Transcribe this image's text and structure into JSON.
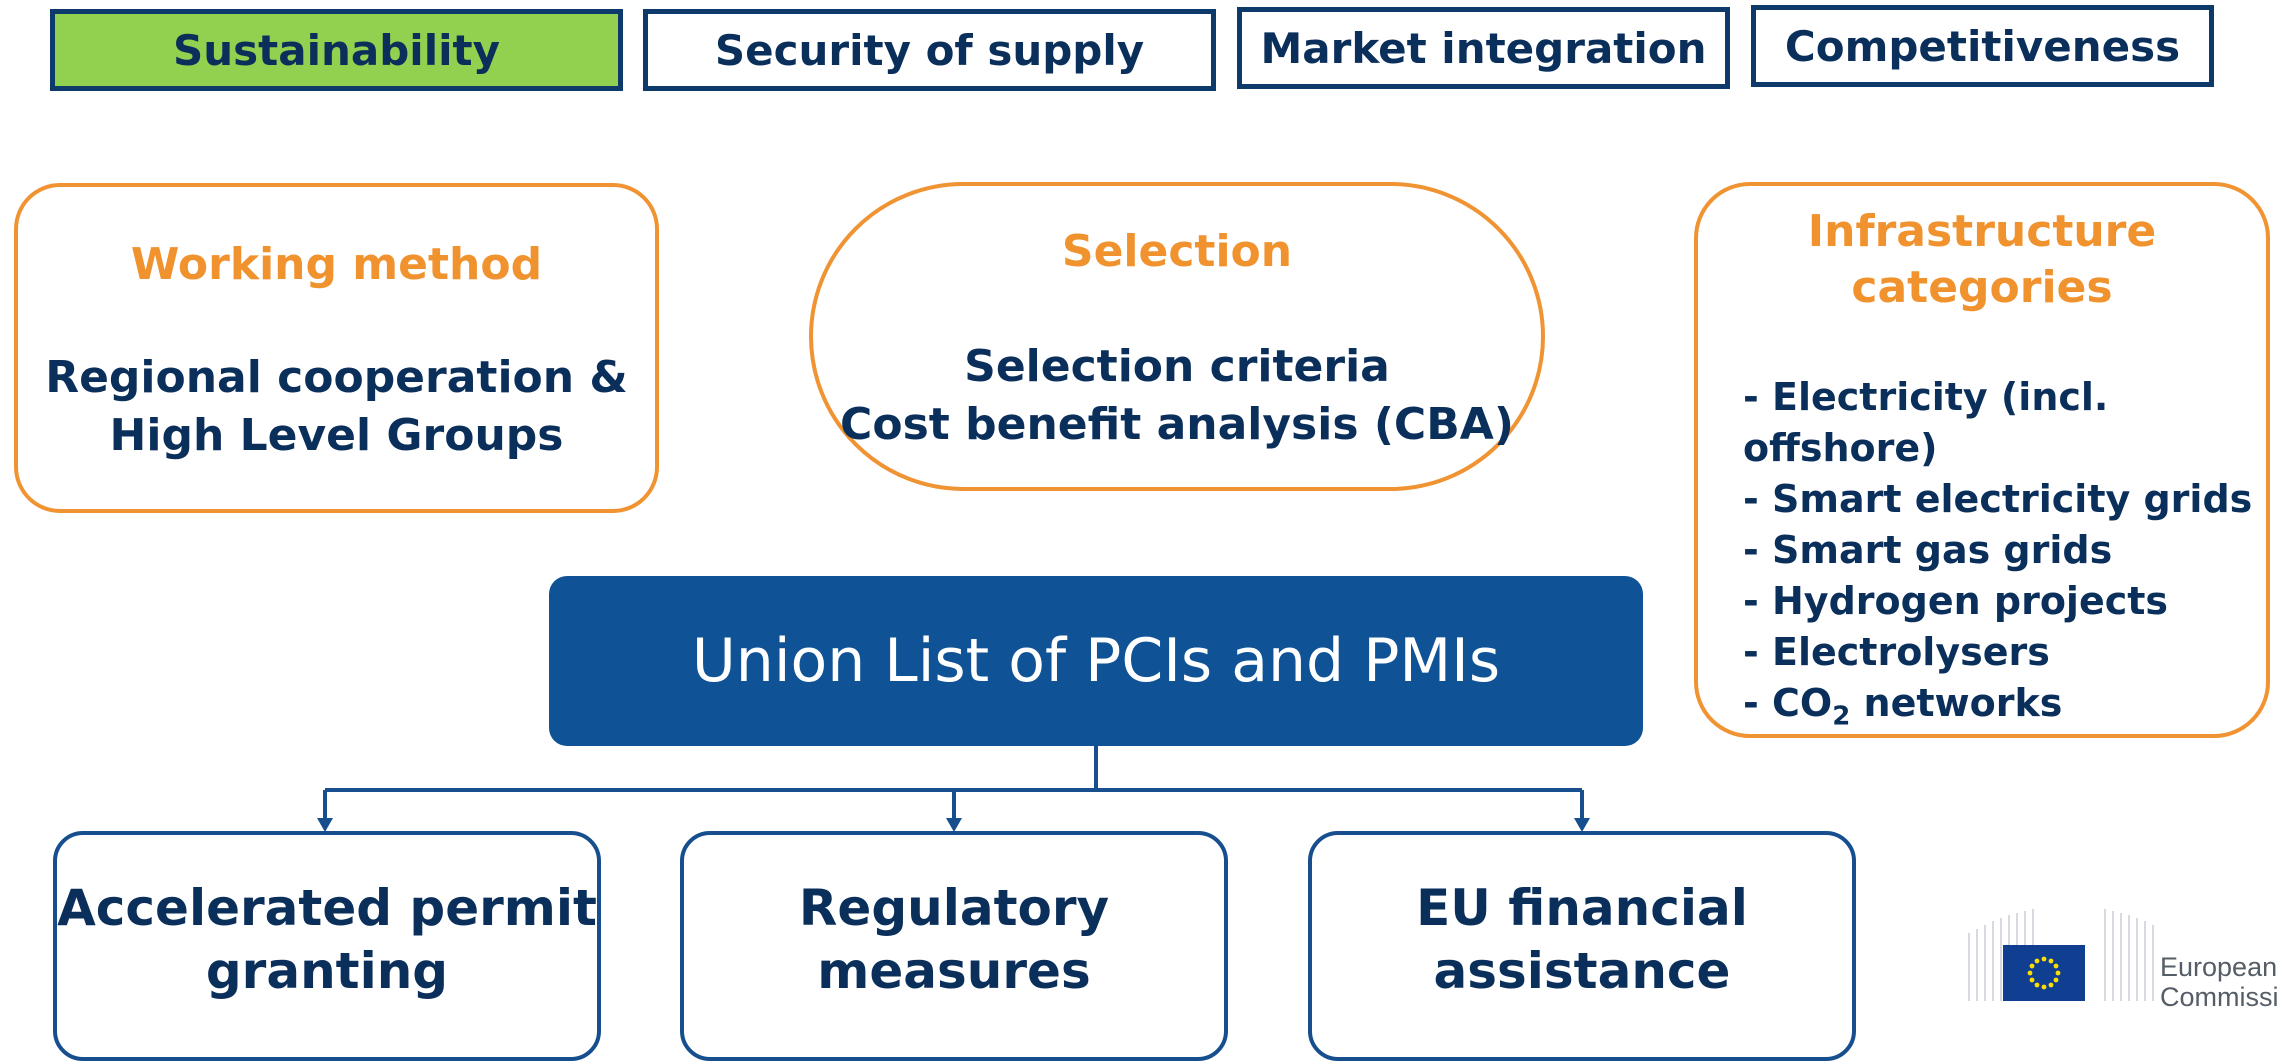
{
  "objective_tags": [
    "Sustainability",
    "Security of supply",
    "Market integration",
    "Competitiveness"
  ],
  "working_method": {
    "title": "Working method",
    "body_line1": "Regional cooperation &",
    "body_line2": "High Level Groups"
  },
  "selection": {
    "title": "Selection",
    "body_line1": "Selection criteria",
    "body_line2": "Cost benefit analysis (CBA)"
  },
  "infrastructure": {
    "title_line1": "Infrastructure",
    "title_line2": "categories",
    "items": [
      "- Electricity (incl.",
      "offshore)",
      "- Smart electricity grids",
      "- Smart gas grids",
      "- Hydrogen projects",
      "- Electrolysers",
      "- CO",
      "2",
      " networks"
    ]
  },
  "union_list": "Union List of PCIs and PMIs",
  "outcomes": {
    "permit": {
      "line1": "Accelerated permit",
      "line2": "granting"
    },
    "regulatory": {
      "line1": "Regulatory",
      "line2": "measures"
    },
    "financial": {
      "line1": "EU financial",
      "line2": "assistance"
    }
  },
  "logo": {
    "line1": "European",
    "line2": "Commission"
  },
  "colors": {
    "navy": "#0b2f5b",
    "orange": "#f09333",
    "green": "#92d050",
    "blue": "#0f5396",
    "eu_flag": "#103f91",
    "eu_star": "#ffdd00"
  }
}
